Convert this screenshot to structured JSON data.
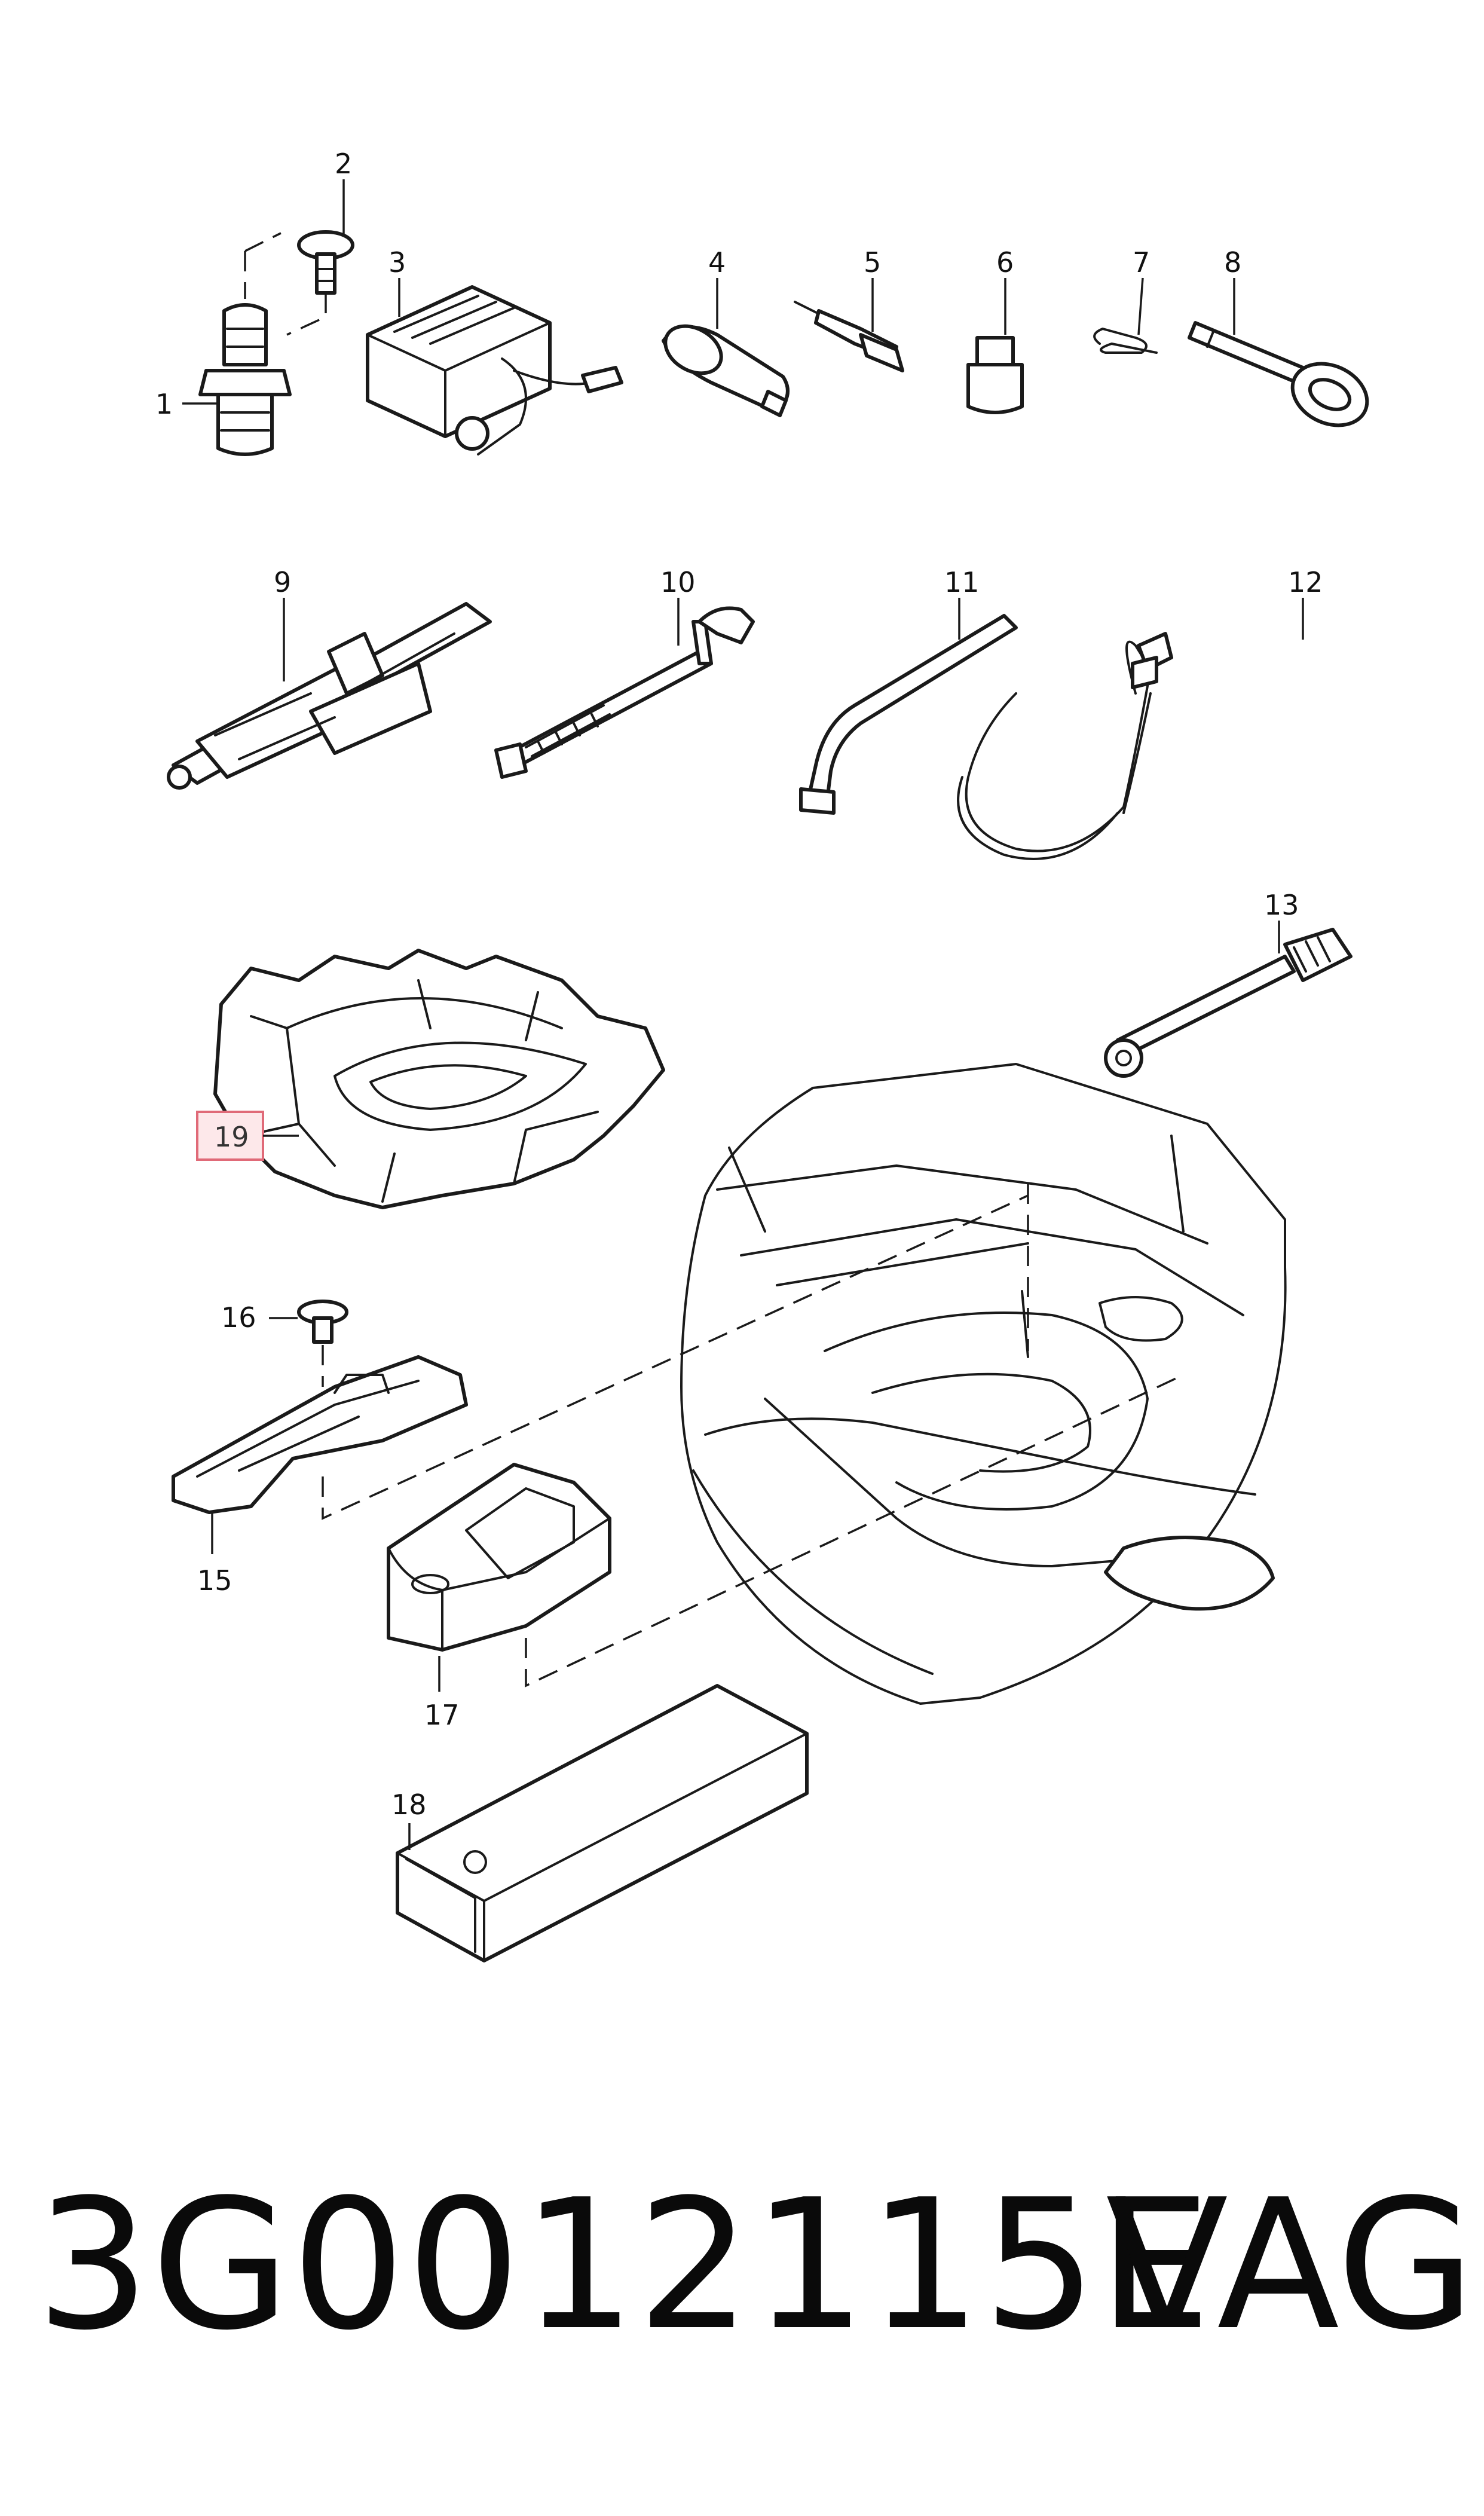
{
  "callouts": {
    "c1": "1",
    "c2": "2",
    "c3": "3",
    "c4": "4",
    "c5": "5",
    "c6": "6",
    "c7": "7",
    "c8": "8",
    "c9": "9",
    "c10": "10",
    "c11": "11",
    "c12": "12",
    "c13": "13",
    "c15": "15",
    "c16": "16",
    "c17": "17",
    "c18": "18",
    "c19": "19"
  },
  "highlighted_callout": "19",
  "highlight_color": "#e06a78",
  "footer": {
    "part_number": "3G0012115E",
    "brand": "VAG"
  }
}
